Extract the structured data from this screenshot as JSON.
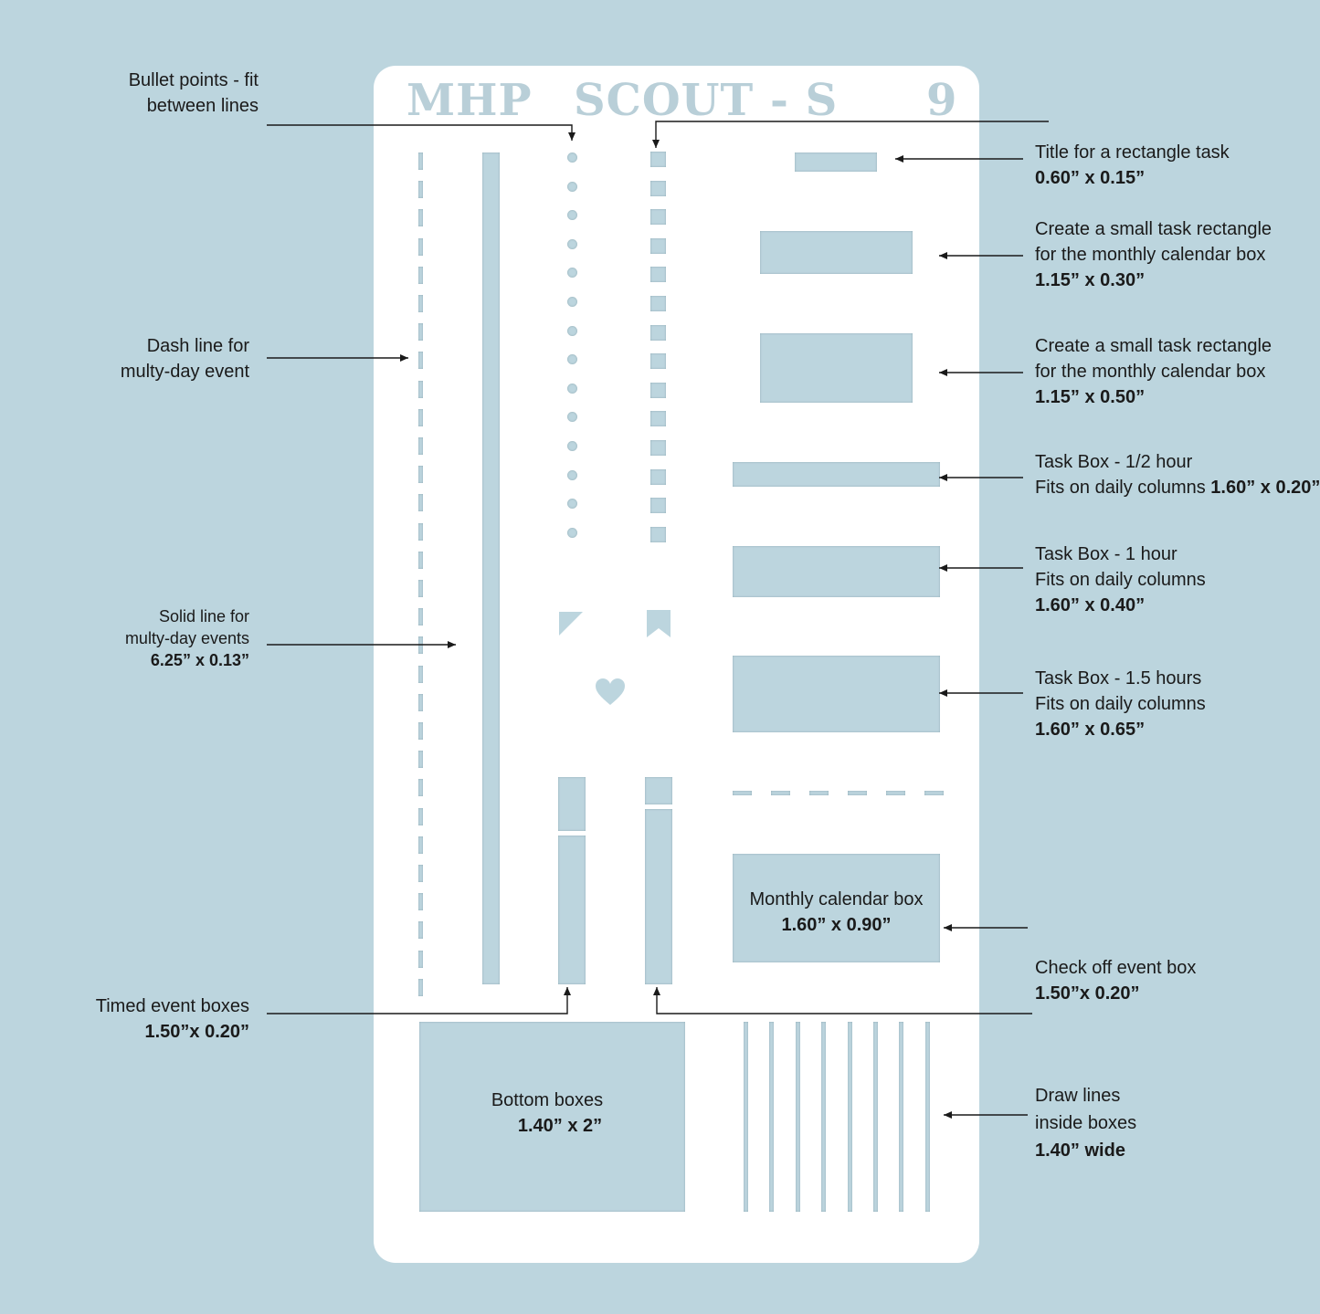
{
  "colors": {
    "background": "#bcd5de",
    "stencil": "#ffffff",
    "cutout": "#bcd5de",
    "ink": "#1a1a1a"
  },
  "stencil": {
    "title_left": "MHP",
    "title_center": "SCOUT - S",
    "title_number": "9",
    "monthly_box": {
      "line1": "Monthly calendar box",
      "line2": "1.60” x 0.90”"
    },
    "bottom_box": {
      "line1": "Bottom boxes",
      "line2": "1.40” x 2”"
    },
    "shape_icons": [
      "corner-triangle-icon",
      "bookmark-icon",
      "heart-icon"
    ]
  },
  "annotations": {
    "bullet_points": {
      "line1": "Bullet points - fit",
      "line2": "between lines"
    },
    "dash_line": {
      "line1": "Dash line for",
      "line2": "multy-day event"
    },
    "solid_line": {
      "line1": "Solid line for",
      "line2": "multy-day events",
      "line3": "6.25” x 0.13”"
    },
    "timed_event": {
      "line1": "Timed event boxes",
      "line2": "1.50”x 0.20”"
    },
    "title_rect": {
      "line1": "Title for a rectangle task",
      "line2": "0.60” x 0.15”"
    },
    "small_task_1": {
      "line1": "Create a small task rectangle",
      "line2": "for the monthly calendar box",
      "line3": "1.15” x 0.30”"
    },
    "small_task_2": {
      "line1": "Create a small task rectangle",
      "line2": "for the monthly calendar box",
      "line3": "1.15” x 0.50”"
    },
    "task_half": {
      "line1": "Task Box - 1/2 hour",
      "line2a": "Fits on daily columns ",
      "line2b": "1.60” x 0.20”"
    },
    "task_one": {
      "line1": "Task Box - 1 hour",
      "line2": "Fits on daily columns",
      "line3": "1.60” x 0.40”"
    },
    "task_onehalf": {
      "line1": "Task Box - 1.5 hours",
      "line2": "Fits on daily columns",
      "line3": "1.60” x 0.65”"
    },
    "check_off": {
      "line1": "Check off event box",
      "line2": "1.50”x 0.20”"
    },
    "draw_lines": {
      "line1": "Draw lines",
      "line2": "inside boxes",
      "line3": "1.40” wide"
    }
  }
}
